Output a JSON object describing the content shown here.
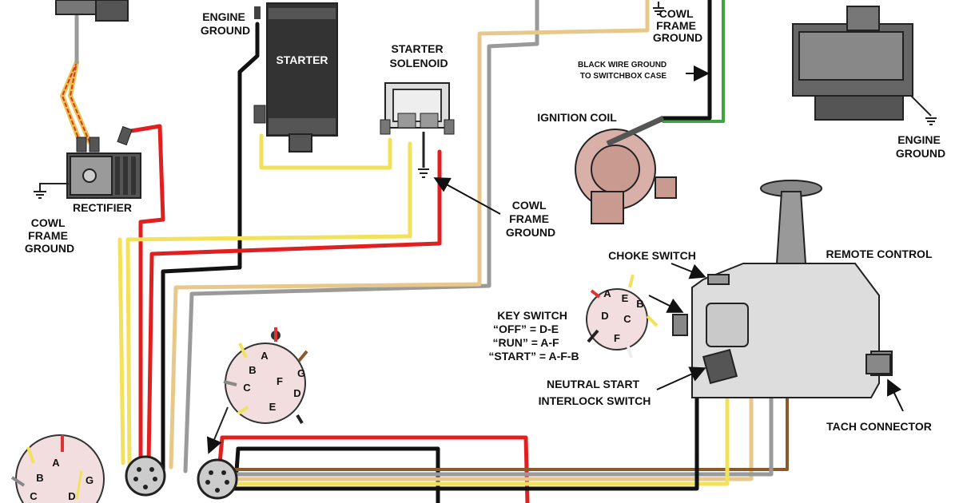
{
  "labels": {
    "engine_ground_top": [
      "ENGINE",
      "GROUND"
    ],
    "starter": "STARTER",
    "starter_solenoid": [
      "STARTER",
      "SOLENOID"
    ],
    "cowl_frame_ground_top": [
      "COWL",
      "FRAME",
      "GROUND"
    ],
    "black_wire_note": [
      "BLACK WIRE GROUND",
      "TO SWITCHBOX CASE"
    ],
    "ignition_coil": "IGNITION COIL",
    "engine_ground_right": [
      "ENGINE",
      "GROUND"
    ],
    "rectifier": "RECTIFIER",
    "cowl_frame_ground_left": [
      "COWL",
      "FRAME",
      "GROUND"
    ],
    "cowl_frame_ground_mid": [
      "COWL",
      "FRAME",
      "GROUND"
    ],
    "choke_switch": "CHOKE SWITCH",
    "remote_control": "REMOTE CONTROL",
    "key_switch": [
      "KEY SWITCH",
      "“OFF” = D-E",
      "“RUN” = A-F",
      "“START” = A-F-B"
    ],
    "neutral_start": [
      "NEUTRAL START",
      "INTERLOCK SWITCH"
    ],
    "tach_connector": "TACH CONNECTOR"
  },
  "connector_pins": {
    "main_connector": [
      "A",
      "B",
      "C",
      "D",
      "E",
      "F",
      "G"
    ],
    "key_switch_pins": [
      "A",
      "B",
      "C",
      "D",
      "E",
      "F"
    ],
    "bottom_left_connector": [
      "A",
      "B",
      "C",
      "D",
      "G"
    ]
  },
  "wire_colors": {
    "black": "#111111",
    "red": "#e02020",
    "yellow": "#f2e15a",
    "gray": "#9a9a9a",
    "brown": "#8a5a2b",
    "green": "#3fa33f",
    "tan": "#e7c88a"
  }
}
